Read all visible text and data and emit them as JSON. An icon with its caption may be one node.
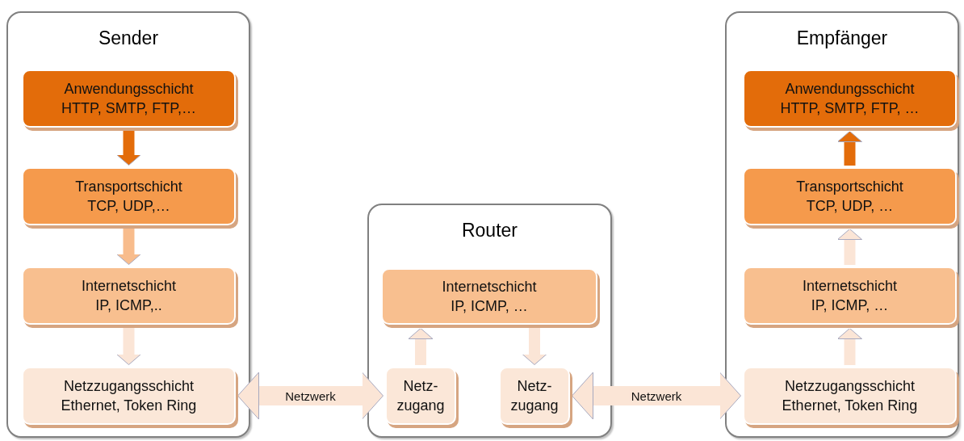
{
  "diagram": {
    "nodes": [
      {
        "text": [
          "Sender"
        ]
      },
      {
        "text": [
          "Anwendungsschicht",
          "HTTP, SMTP, FTP,…"
        ],
        "in": 0
      },
      {
        "text": [
          "Transportschicht",
          "TCP, UDP,…"
        ],
        "in": 0
      },
      {
        "text": [
          "Internetschicht",
          "IP, ICMP,.."
        ],
        "in": 0
      },
      {
        "text": [
          "Netzzugangsschicht",
          "Ethernet, Token Ring"
        ],
        "in": 0
      },
      {
        "text": [
          "Router"
        ]
      },
      {
        "text": [
          "Internetschicht",
          "IP, ICMP, …"
        ],
        "in": 5
      },
      {
        "text": [
          "Netz- zugang"
        ],
        "in": 5
      },
      {
        "text": [
          "Netz- zugang"
        ],
        "in": 5
      },
      {
        "text": [
          "Empfänger"
        ]
      },
      {
        "text": [
          "Anwendungsschicht",
          "HTTP, SMTP, FTP, …"
        ],
        "in": 9
      },
      {
        "text": [
          "Transportschicht",
          "TCP, UDP, …"
        ],
        "in": 9
      },
      {
        "text": [
          "Internetschicht",
          "IP, ICMP, …"
        ],
        "in": 9
      },
      {
        "text": [
          "Netzzugangsschicht",
          "Ethernet, Token Ring"
        ],
        "in": 9
      }
    ],
    "edges": [
      {
        "from": 1,
        "to": 2,
        "arrow": "to",
        "color": "#e36c0a"
      },
      {
        "from": 2,
        "to": 3,
        "arrow": "to",
        "color": "#f8bc8c"
      },
      {
        "from": 3,
        "to": 4,
        "arrow": "to"
      },
      {
        "from": 4,
        "to": 7,
        "arrow": "both",
        "label": "Netzwerk"
      },
      {
        "from": 7,
        "to": 6,
        "arrow": "to"
      },
      {
        "from": 6,
        "to": 8,
        "arrow": "to"
      },
      {
        "from": 8,
        "to": 13,
        "arrow": "both",
        "label": "Netzwerk"
      },
      {
        "from": 13,
        "to": 12,
        "arrow": "to"
      },
      {
        "from": 12,
        "to": 11,
        "arrow": "to"
      },
      {
        "from": 11,
        "to": 10,
        "arrow": "to",
        "color": "#e36c0a"
      }
    ]
  }
}
